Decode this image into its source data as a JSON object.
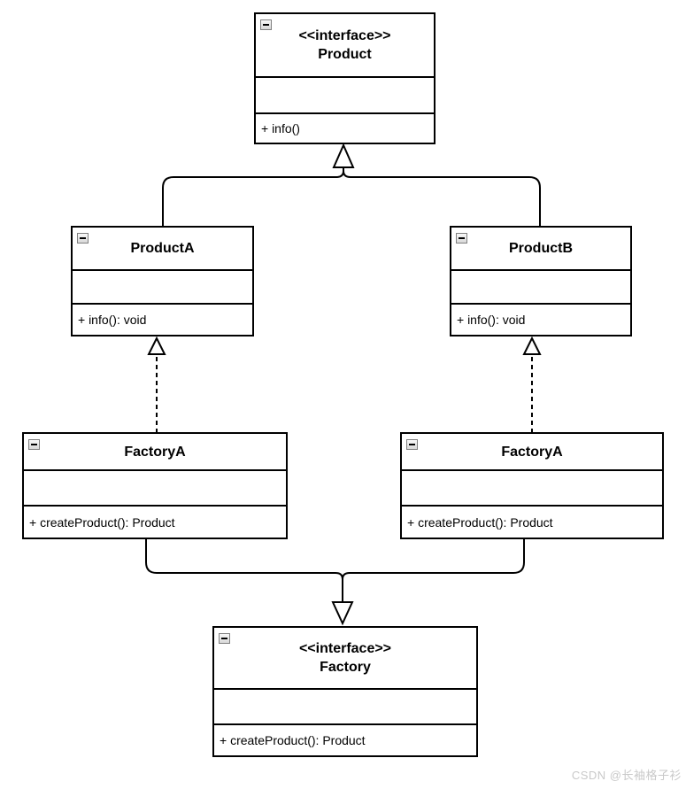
{
  "classes": {
    "product": {
      "stereotype": "<<interface>>",
      "name": "Product",
      "method": "+ info()"
    },
    "product_a": {
      "name": "ProductA",
      "method": "+ info(): void"
    },
    "product_b": {
      "name": "ProductB",
      "method": "+ info(): void"
    },
    "factory_a_left": {
      "name": "FactoryA",
      "method": "+ createProduct(): Product"
    },
    "factory_a_right": {
      "name": "FactoryA",
      "method": "+ createProduct(): Product"
    },
    "factory": {
      "stereotype": "<<interface>>",
      "name": "Factory",
      "method": "+ createProduct(): Product"
    }
  },
  "relationships": [
    {
      "from": "ProductA",
      "to": "Product",
      "type": "generalization",
      "line": "solid",
      "arrowhead": "hollow-triangle"
    },
    {
      "from": "ProductB",
      "to": "Product",
      "type": "generalization",
      "line": "solid",
      "arrowhead": "hollow-triangle"
    },
    {
      "from": "FactoryA (left)",
      "to": "ProductA",
      "type": "dependency",
      "line": "dashed",
      "arrowhead": "hollow-triangle"
    },
    {
      "from": "FactoryA (right)",
      "to": "ProductB",
      "type": "dependency",
      "line": "dashed",
      "arrowhead": "hollow-triangle"
    },
    {
      "from": "FactoryA (left)",
      "to": "Factory",
      "type": "realization",
      "line": "solid",
      "arrowhead": "hollow-triangle"
    },
    {
      "from": "FactoryA (right)",
      "to": "Factory",
      "type": "realization",
      "line": "solid",
      "arrowhead": "hollow-triangle"
    }
  ],
  "icons": {
    "collapse": "minus"
  },
  "colors": {
    "line": "#000000",
    "background": "#ffffff",
    "watermark_text": "#c9c9c9"
  },
  "watermark": "CSDN @长袖格子衫"
}
